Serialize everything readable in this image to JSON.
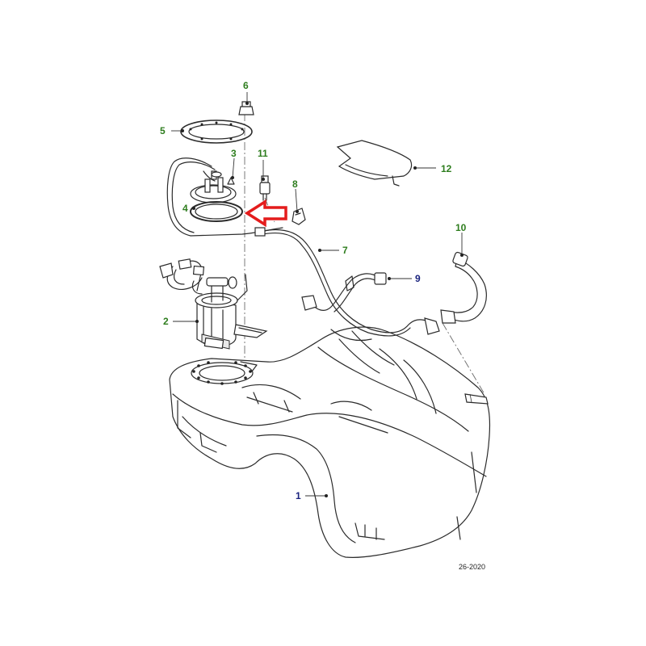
{
  "diagram": {
    "reference_code": "26-2020",
    "colors": {
      "callout_green": "#2e7d1e",
      "callout_blue": "#1a237e",
      "highlight_arrow": "#e41c1c",
      "line_art": "#2b2b2b"
    },
    "callouts": [
      {
        "id": "1",
        "label": "1",
        "color": "blue"
      },
      {
        "id": "2",
        "label": "2",
        "color": "green"
      },
      {
        "id": "3",
        "label": "3",
        "color": "green"
      },
      {
        "id": "4",
        "label": "4",
        "color": "green"
      },
      {
        "id": "5",
        "label": "5",
        "color": "green"
      },
      {
        "id": "6",
        "label": "6",
        "color": "green"
      },
      {
        "id": "7",
        "label": "7",
        "color": "green"
      },
      {
        "id": "8",
        "label": "8",
        "color": "green"
      },
      {
        "id": "9",
        "label": "9",
        "color": "blue"
      },
      {
        "id": "10",
        "label": "10",
        "color": "green"
      },
      {
        "id": "11",
        "label": "11",
        "color": "green"
      },
      {
        "id": "12",
        "label": "12",
        "color": "green"
      }
    ],
    "highlight": {
      "target_callout": "4",
      "icon": "arrow-left-outline-icon"
    }
  }
}
